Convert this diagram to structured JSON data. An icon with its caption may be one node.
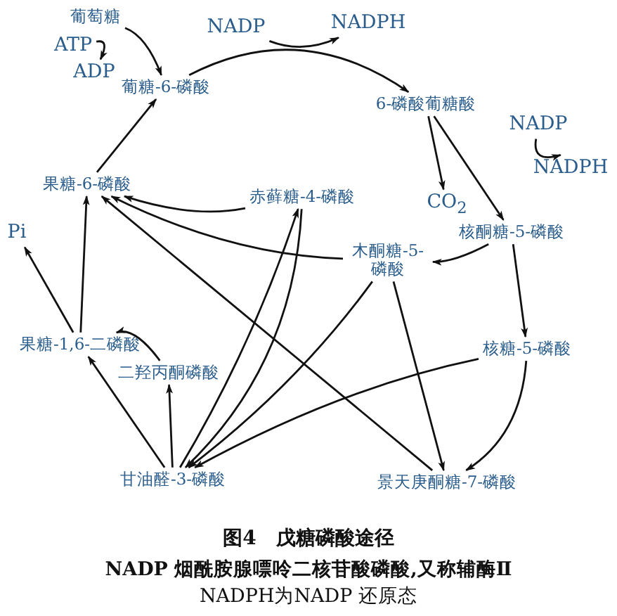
{
  "diagram": {
    "caption": "图4　戊糖磷酸途径",
    "nodes": [
      {
        "text": [
          "葡萄糖"
        ]
      },
      {
        "text": [
          "ATP"
        ]
      },
      {
        "text": [
          "ADP"
        ]
      },
      {
        "text": [
          "葡糖-6-磷酸"
        ]
      },
      {
        "text": [
          "NADP"
        ]
      },
      {
        "text": [
          "NADPH"
        ]
      },
      {
        "text": [
          "6-磷酸葡糖酸"
        ]
      },
      {
        "text": [
          "NADP"
        ]
      },
      {
        "text": [
          "NADPH"
        ]
      },
      {
        "text": [
          "CO$_{2}$"
        ]
      },
      {
        "text": [
          "核酮糖-5-磷酸"
        ]
      },
      {
        "text": [
          "果糖-6-磷酸"
        ]
      },
      {
        "text": [
          "赤藓糖-4-磷酸"
        ]
      },
      {
        "text": [
          "木酮糖-5-磷酸"
        ]
      },
      {
        "text": [
          "Pi"
        ]
      },
      {
        "text": [
          "核糖-5-磷酸"
        ]
      },
      {
        "text": [
          "果糖-1,6-二磷酸"
        ]
      },
      {
        "text": [
          "二羟丙酮磷酸"
        ]
      },
      {
        "text": [
          "甘油醛-3-磷酸"
        ]
      },
      {
        "text": [
          "景天庚酮糖-7-磷酸"
        ]
      }
    ],
    "edges": [
      {
        "from": 0,
        "to": 3,
        "arrow": "to"
      },
      {
        "from": 1,
        "to": 2,
        "arrow": "to"
      },
      {
        "from": 3,
        "to": 6,
        "arrow": "to"
      },
      {
        "from": 4,
        "to": 5,
        "arrow": "to"
      },
      {
        "from": 6,
        "to": 10,
        "arrow": "to"
      },
      {
        "from": 7,
        "to": 8,
        "arrow": "to"
      },
      {
        "from": 6,
        "to": 9,
        "arrow": "to"
      },
      {
        "from": 10,
        "to": 13,
        "arrow": "to"
      },
      {
        "from": 10,
        "to": 15,
        "arrow": "to"
      },
      {
        "from": 11,
        "to": 3,
        "arrow": "to"
      },
      {
        "from": 16,
        "to": 11,
        "arrow": "to"
      },
      {
        "from": 16,
        "to": 14,
        "arrow": "to"
      },
      {
        "from": 18,
        "to": 16,
        "arrow": "to"
      },
      {
        "from": 17,
        "to": 16,
        "arrow": "to"
      },
      {
        "from": 18,
        "to": 17,
        "arrow": "to"
      },
      {
        "from": 19,
        "to": 11,
        "arrow": "to"
      },
      {
        "from": 12,
        "to": 11,
        "arrow": "to"
      },
      {
        "from": 13,
        "to": 11,
        "arrow": "to"
      },
      {
        "from": 12,
        "to": 18,
        "arrow": "to"
      },
      {
        "from": 13,
        "to": 18,
        "arrow": "to"
      },
      {
        "from": 18,
        "to": 12,
        "arrow": "to"
      },
      {
        "from": 13,
        "to": 19,
        "arrow": "to"
      },
      {
        "from": 15,
        "to": 19,
        "arrow": "to"
      },
      {
        "from": 15,
        "to": 18,
        "arrow": "to"
      }
    ],
    "labels": [
      "NADP 烟酰胺腺嘌呤二核苷酸磷酸,又称辅酶Ⅱ",
      "NADPH为NADP 还原态"
    ]
  }
}
